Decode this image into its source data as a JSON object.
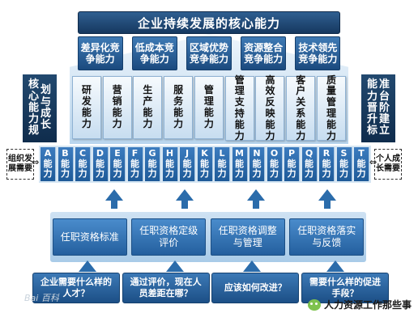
{
  "title": "企业持续发展的核心能力",
  "core_competencies": [
    "差异化竞争能力",
    "低成本竞争能力",
    "区域优势竞争能力",
    "资源整合竞争能力",
    "技术领先竞争能力"
  ],
  "functional_capabilities": [
    "研发能力",
    "营销能力",
    "生产能力",
    "服务能力",
    "管理能力",
    "管理支持能力",
    "高效反映能力",
    "客户关系能力",
    "质量管理能力"
  ],
  "left_column": "核心能力规划与成长",
  "right_column": "能力晋升标准台阶建立",
  "abilities": [
    {
      "letter": "A",
      "label": "能力"
    },
    {
      "letter": "B",
      "label": "能力"
    },
    {
      "letter": "C",
      "label": "能力"
    },
    {
      "letter": "D",
      "label": "能力"
    },
    {
      "letter": "E",
      "label": "能力"
    },
    {
      "letter": "F",
      "label": "能力"
    },
    {
      "letter": "G",
      "label": "能力"
    },
    {
      "letter": "H",
      "label": "能力"
    },
    {
      "letter": "J",
      "label": "能力"
    },
    {
      "letter": "K",
      "label": "能力"
    },
    {
      "letter": "L",
      "label": "能力"
    },
    {
      "letter": "M",
      "label": "能力"
    },
    {
      "letter": "N",
      "label": "能力"
    },
    {
      "letter": "O",
      "label": "能力"
    },
    {
      "letter": "P",
      "label": "能力"
    },
    {
      "letter": "Q",
      "label": "能力"
    },
    {
      "letter": "R",
      "label": "能力"
    },
    {
      "letter": "S",
      "label": "能力"
    },
    {
      "letter": "T",
      "label": "能力"
    }
  ],
  "note_left": "组织发展需要",
  "note_right": "个人成长需要",
  "qualification_system": [
    "任职资格标准",
    "任职资格定级评价",
    "任职资格调整与管理",
    "任职资格落实与反馈"
  ],
  "questions": [
    "企业需要什么样的人才？",
    "通过评价，现在人员差距在哪？",
    "应该如何改进？",
    "需要什么样的促进手段？"
  ],
  "watermark_left": "Bai 百科",
  "watermark_right": "人力资源工作那些事"
}
